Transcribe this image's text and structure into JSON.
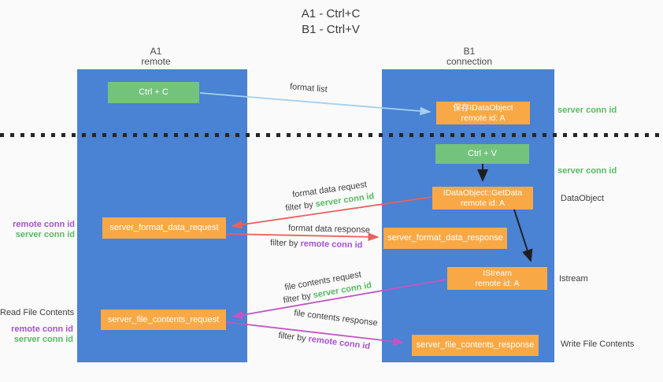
{
  "title": {
    "line1": "A1 - Ctrl+C",
    "line2": "B1 - Ctrl+V"
  },
  "columns": {
    "left": {
      "id": "A1",
      "subtitle": "remote"
    },
    "right": {
      "id": "B1",
      "subtitle": "connection"
    }
  },
  "boxes": {
    "ctrl_c": "Ctrl + C",
    "ctrl_v": "Ctrl + V",
    "save_idataobject": {
      "line1": "保存IDataObject",
      "line2": "remote id: A"
    },
    "getdata": {
      "line1": "IDataObject::GetData",
      "line2": "remote id: A"
    },
    "istream": {
      "line1": "IStream",
      "line2": "remote id: A"
    },
    "format_request": "server_format_data_request",
    "format_response": "server_format_data_response",
    "file_request": "server_file_contents_request",
    "file_response": "server_file_contents_response"
  },
  "labels": {
    "format_list": "format list",
    "format_data_request": "format data request",
    "format_data_response": "format data response",
    "file_contents_request": "file contents request",
    "file_contents_response": "file contents response",
    "filter_by": "filter by "
  },
  "ids": {
    "server": "server conn id",
    "remote": "remote conn id"
  },
  "side": {
    "read_file_contents": "Read File Contents",
    "write_file_contents": "Write File Contents",
    "dataobject": "DataObject",
    "istream": "Istream"
  },
  "colors": {
    "column_blue": "#4a82d4",
    "box_orange": "#f8a946",
    "box_green": "#74c37d",
    "id_green_text": "#56ba63",
    "id_purple_text": "#a752d0",
    "arrow_red": "#e8625c",
    "arrow_magenta": "#c355c3",
    "arrow_light_blue": "#a4d0ee",
    "arrow_black": "#1f1f1f",
    "background": "#fafafa"
  }
}
